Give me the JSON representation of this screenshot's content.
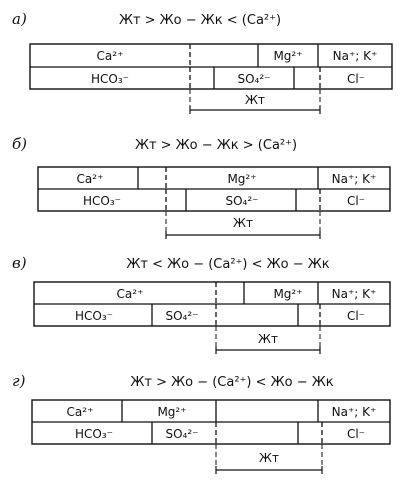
{
  "ion_labels": {
    "ca": "Ca²⁺",
    "mg": "Mg²⁺",
    "na_k": "Na⁺; K⁺",
    "hco3": "HCO₃⁻",
    "so4": "SO₄²⁻",
    "cl": "Cl⁻",
    "zht": "Жт"
  },
  "colors": {
    "line": "#111111",
    "background": "#ffffff"
  },
  "panels": [
    {
      "id": "a",
      "letter": "a)",
      "formula": "Жт > Жо − Жк < (Ca²⁺)"
    },
    {
      "id": "b",
      "letter": "б)",
      "formula": "Жт > Жо − Жк > (Ca²⁺)"
    },
    {
      "id": "v",
      "letter": "в)",
      "formula": "Жт < Жо − (Ca²⁺) < Жо − Жк"
    },
    {
      "id": "g",
      "letter": "г)",
      "formula": "Жт > Жо − (Ca²⁺) < Жо − Жк"
    }
  ]
}
